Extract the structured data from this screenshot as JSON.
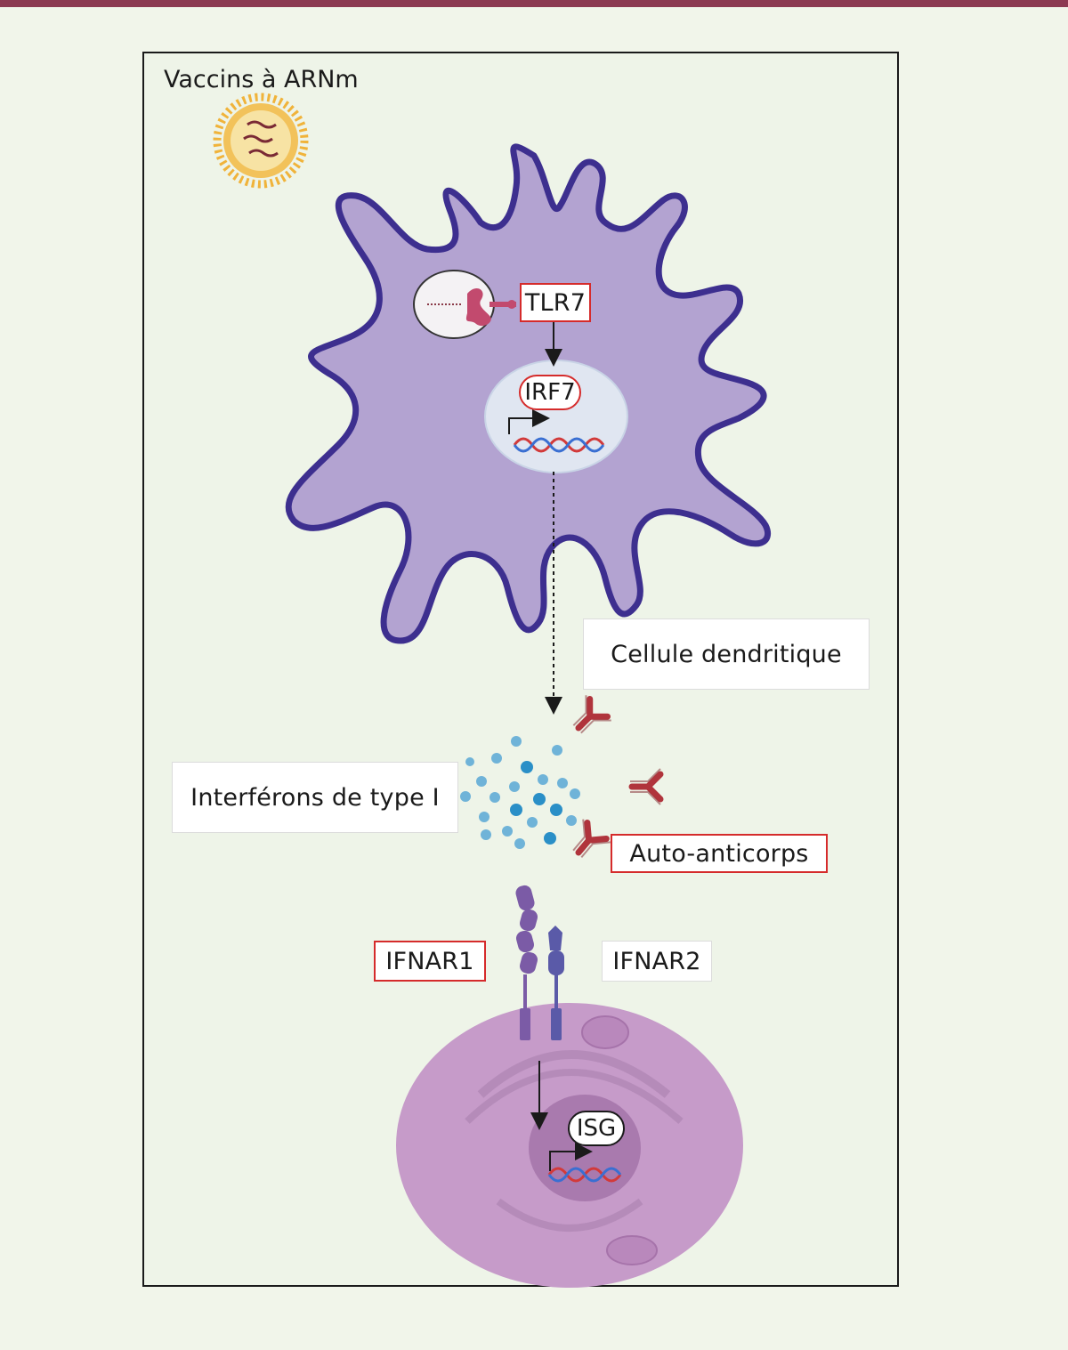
{
  "labels": {
    "vaccine": "Vaccins à ARNm",
    "tlr7": "TLR7",
    "irf7": "IRF7",
    "dendritic_cell": "Cellule dendritique",
    "interferons": "Interférons de type I",
    "autoantibodies": "Auto-anticorps",
    "ifnar1": "IFNAR1",
    "ifnar2": "IFNAR2",
    "isg": "ISG"
  },
  "colors": {
    "top_bar": "#8c3a52",
    "background": "#f1f5ea",
    "dendritic_cell_fill": "#b3a3d1",
    "dendritic_cell_outline": "#3d2f8f",
    "target_cell_fill": "#c69bc9",
    "antibody": "#b0343c",
    "interferon_dot": "#6fb3d8",
    "highlight_border": "#d52b2b"
  }
}
